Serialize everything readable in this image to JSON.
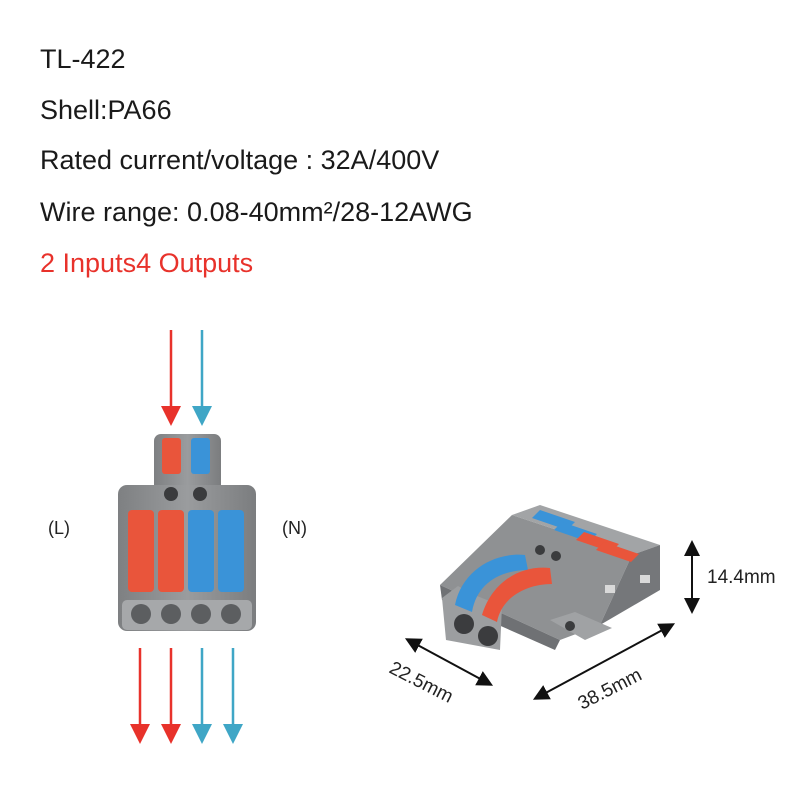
{
  "specs": {
    "model": "TL-422",
    "shell": "Shell:PA66",
    "rated": "Rated current/voltage : 32A/400V",
    "wire": "Wire range: 0.08-40mm²/28-12AWG",
    "io": "2 Inputs4 Outputs"
  },
  "labels": {
    "live": "(L)",
    "neutral": "(N)"
  },
  "dimensions": {
    "height": "14.4mm",
    "width": "22.5mm",
    "length": "38.5mm"
  },
  "colors": {
    "live": "#e8322b",
    "neutral": "#3fa6c6",
    "housing": "#8f9193",
    "lever_red": "#e9553b",
    "lever_blue": "#3a93d8",
    "io_text": "#e8322b"
  }
}
